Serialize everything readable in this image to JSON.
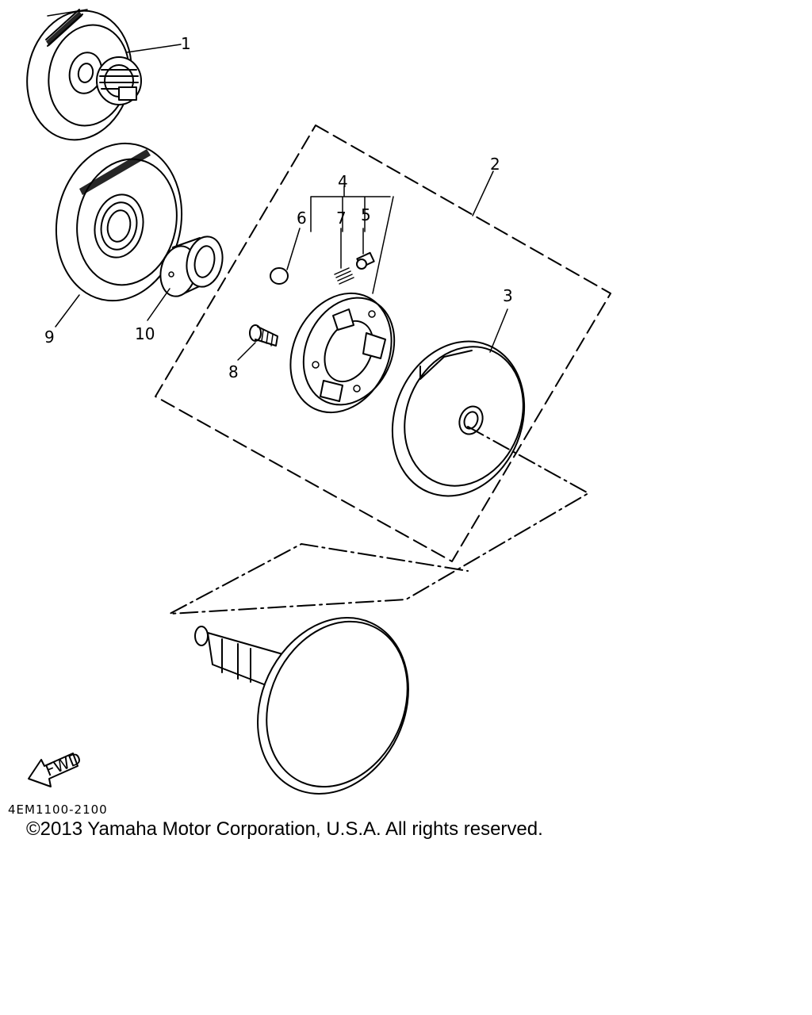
{
  "diagram": {
    "callouts": [
      {
        "id": "1",
        "label": "1"
      },
      {
        "id": "2",
        "label": "2"
      },
      {
        "id": "3",
        "label": "3"
      },
      {
        "id": "4",
        "label": "4"
      },
      {
        "id": "5",
        "label": "5"
      },
      {
        "id": "6",
        "label": "6"
      },
      {
        "id": "7",
        "label": "7"
      },
      {
        "id": "8",
        "label": "8"
      },
      {
        "id": "9",
        "label": "9"
      },
      {
        "id": "10",
        "label": "10"
      }
    ],
    "fwd_label": "FWD"
  },
  "footer": {
    "part_code": "4EM1100-2100",
    "copyright": "©2013 Yamaha Motor Corporation, U.S.A. All rights reserved."
  }
}
